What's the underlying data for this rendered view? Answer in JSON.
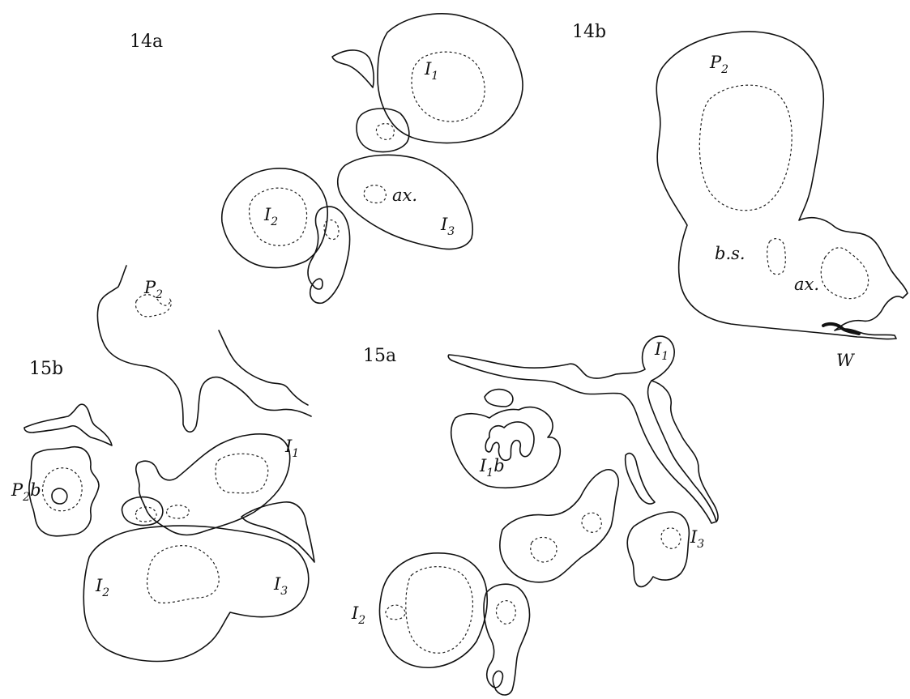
{
  "figures": {
    "fig14a": "14a",
    "fig14b": "14b",
    "fig15a": "15a",
    "fig15b": "15b"
  },
  "labels": {
    "I": "I",
    "P": "P",
    "one": "1",
    "two": "2",
    "three": "3",
    "b": "b",
    "ax": "ax.",
    "bs": "b.s.",
    "W": "W"
  }
}
